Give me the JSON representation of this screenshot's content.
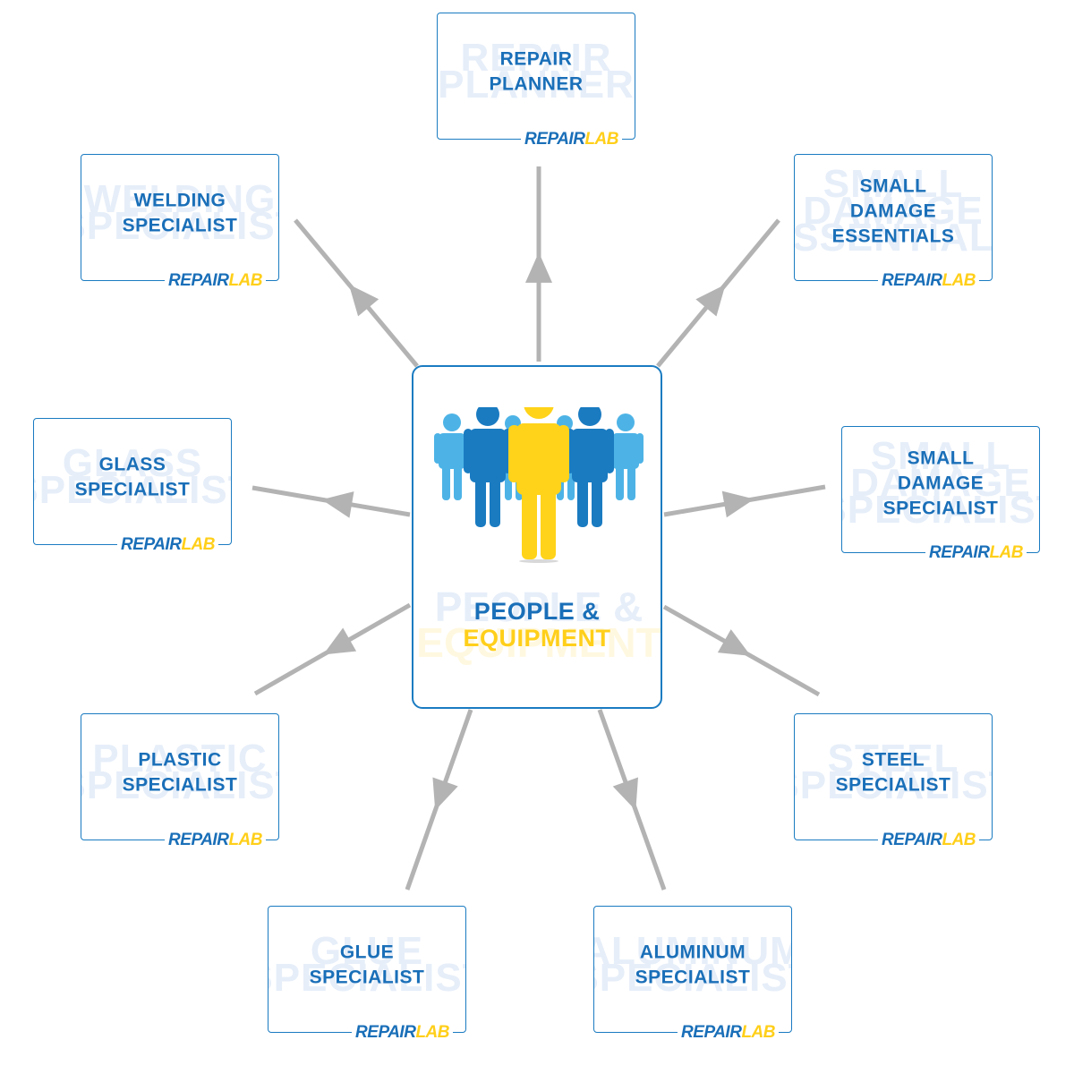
{
  "center": {
    "line1": "PEOPLE &",
    "line2": "EQUIPMENT",
    "icon": "people-group-icon"
  },
  "brand": {
    "part1": "REPAIR",
    "part2": "LAB"
  },
  "colors": {
    "blue": "#1a6fb8",
    "light_blue": "#4db3e6",
    "yellow": "#ffcf1a",
    "arrow_gray": "#b3b3b3",
    "ghost_text": "#e6eef9"
  },
  "nodes": [
    {
      "id": "repair-planner",
      "lines": [
        "REPAIR",
        "PLANNER"
      ],
      "ghost": [
        "REPAIR",
        "PLANNER"
      ]
    },
    {
      "id": "small-damage-essentials",
      "lines": [
        "SMALL",
        "DAMAGE",
        "ESSENTIALS"
      ],
      "ghost": [
        "SMALL",
        "DAMAGE",
        "ESSENTIALS"
      ]
    },
    {
      "id": "small-damage-specialist",
      "lines": [
        "SMALL",
        "DAMAGE",
        "SPECIALIST"
      ],
      "ghost": [
        "SMALL",
        "DAMAGE",
        "SPECIALIST"
      ]
    },
    {
      "id": "steel-specialist",
      "lines": [
        "STEEL",
        "SPECIALIST"
      ],
      "ghost": [
        "STEEL",
        "SPECIALIST"
      ]
    },
    {
      "id": "aluminum-specialist",
      "lines": [
        "ALUMINUM",
        "SPECIALIST"
      ],
      "ghost": [
        "ALUMINUM",
        "SPECIALIST"
      ]
    },
    {
      "id": "glue-specialist",
      "lines": [
        "GLUE",
        "SPECIALIST"
      ],
      "ghost": [
        "GLUE",
        "SPECIALIST"
      ]
    },
    {
      "id": "plastic-specialist",
      "lines": [
        "PLASTIC",
        "SPECIALIST"
      ],
      "ghost": [
        "PLASTIC",
        "SPECIALIST"
      ]
    },
    {
      "id": "glass-specialist",
      "lines": [
        "GLASS",
        "SPECIALIST"
      ],
      "ghost": [
        "GLASS",
        "SPECIALIST"
      ]
    },
    {
      "id": "welding-specialist",
      "lines": [
        "WELDING",
        "SPECIALIST"
      ],
      "ghost": [
        "WELDING",
        "SPECIALIST"
      ]
    }
  ]
}
